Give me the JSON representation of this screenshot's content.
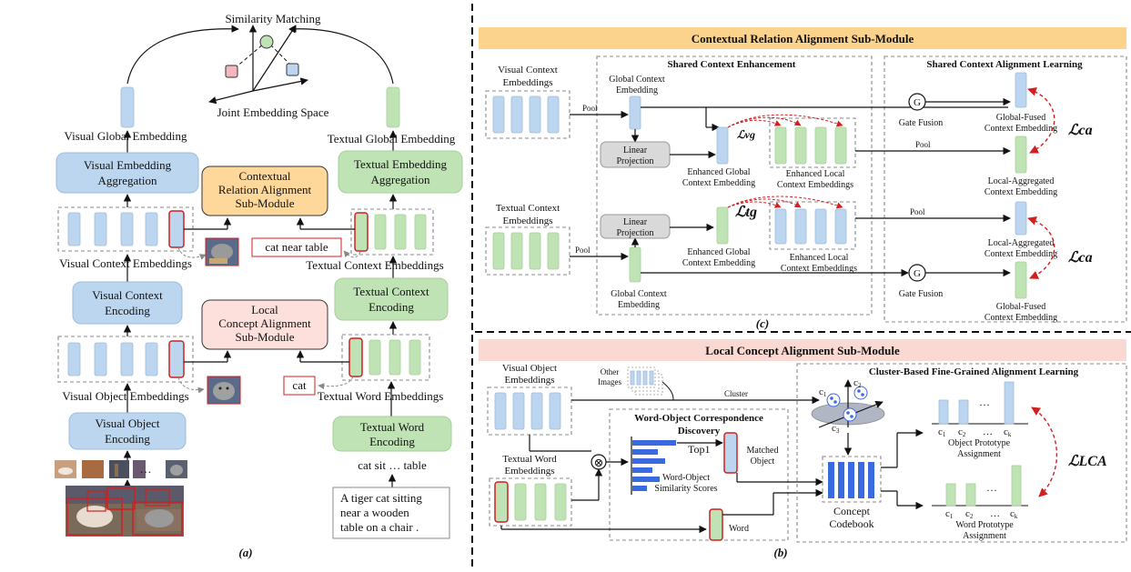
{
  "panel_a": {
    "similarity_matching": "Similarity Matching",
    "joint_embedding_space": "Joint Embedding Space",
    "visual_global_embedding": "Visual Global Embedding",
    "textual_global_embedding": "Textual Global Embedding",
    "visual_embedding_aggregation": [
      "Visual Embedding",
      "Aggregation"
    ],
    "textual_embedding_aggregation": [
      "Textual Embedding",
      "Aggregation"
    ],
    "contextual_relation_alignment": [
      "Contextual",
      "Relation Alignment",
      "Sub-Module"
    ],
    "local_concept_alignment": [
      "Local",
      "Concept Alignment",
      "Sub-Module"
    ],
    "visual_context_embeddings": "Visual Context Embeddings",
    "textual_context_embeddings": "Textual Context Embeddings",
    "visual_context_encoding": [
      "Visual Context",
      "Encoding"
    ],
    "textual_context_encoding": [
      "Textual Context",
      "Encoding"
    ],
    "visual_object_embeddings": "Visual Object Embeddings",
    "textual_word_embeddings": "Textual Word Embeddings",
    "visual_object_encoding": [
      "Visual Object",
      "Encoding"
    ],
    "textual_word_encoding": [
      "Textual Word",
      "Encoding"
    ],
    "cat_near_table": "cat near table",
    "cat": "cat",
    "word_sequence": "cat sit … table",
    "ellipsis": "…",
    "sentence": [
      "A tiger cat sitting",
      "near a wooden",
      "table on a chair ."
    ],
    "caption": "(a)"
  },
  "panel_c": {
    "title": "Contextual Relation Alignment Sub-Module",
    "shared_context_enhancement": "Shared Context Enhancement",
    "shared_context_alignment_learning": "Shared Context Alignment Learning",
    "visual_context_embeddings": [
      "Visual Context",
      "Embeddings"
    ],
    "textual_context_embeddings": [
      "Textual Context",
      "Embeddings"
    ],
    "pool": "Pool",
    "global_context_embedding": [
      "Global Context",
      "Embedding"
    ],
    "linear_projection": [
      "Linear",
      "Projection"
    ],
    "enhanced_global_context_embedding": [
      "Enhanced Global",
      "Context Embedding"
    ],
    "enhanced_local_context_embeddings": [
      "Enhanced Local",
      "Context Embeddings"
    ],
    "gate_fusion": "Gate Fusion",
    "gate_symbol": "G",
    "global_fused_context_embedding": [
      "Global-Fused",
      "Context Embedding"
    ],
    "local_aggregated_context_embedding": [
      "Local-Aggregated",
      "Context Embedding"
    ],
    "loss_vg": "ℒvg",
    "loss_tg": "ℒtg",
    "loss_ca": "ℒca",
    "caption": "(c)"
  },
  "panel_b": {
    "title": "Local Concept Alignment Sub-Module",
    "visual_object_embeddings": [
      "Visual Object",
      "Embeddings"
    ],
    "textual_word_embeddings": [
      "Textual Word",
      "Embeddings"
    ],
    "other_images": [
      "Other",
      "Images"
    ],
    "cluster": "Cluster",
    "word_object_discovery": [
      "Word-Object Correspondence",
      "Discovery"
    ],
    "top1": "Top1",
    "matched_object": [
      "Matched",
      "Object"
    ],
    "word_object_similarity": [
      "Word-Object",
      "Similarity Scores"
    ],
    "word": "Word",
    "otimes": "⊗",
    "cluster_alignment_title": "Cluster-Based Fine-Grained Alignment Learning",
    "concept_codebook": [
      "Concept",
      "Codebook"
    ],
    "object_prototype_assignment": [
      "Object Prototype",
      "Assignment"
    ],
    "word_prototype_assignment": [
      "Word Prototype",
      "Assignment"
    ],
    "c1": "c",
    "c2": "c",
    "c3": "c",
    "ck": "c",
    "sub1": "1",
    "sub2": "2",
    "sub3": "3",
    "subk": "k",
    "dots": "…",
    "loss_lca": "ℒLCA",
    "caption": "(b)"
  }
}
